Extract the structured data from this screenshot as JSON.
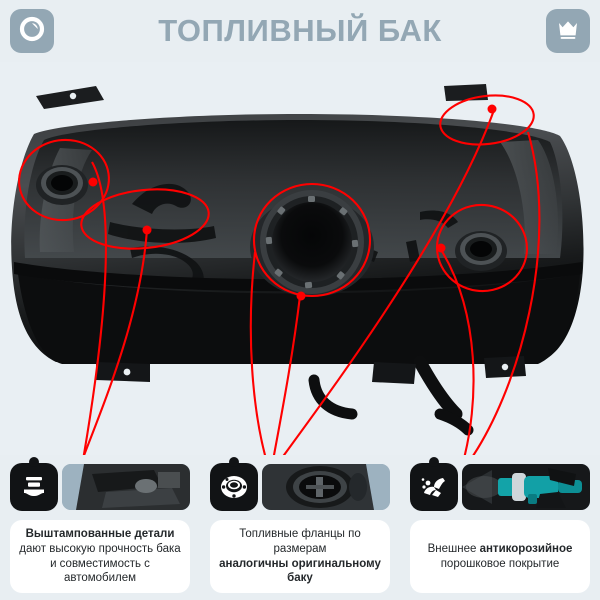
{
  "header": {
    "title": "Топливный бак",
    "left_icon": "fuel-cap-icon",
    "right_icon": "crown-icon",
    "accent_color": "#93a7b4",
    "background_color": "#e8eef2"
  },
  "hero": {
    "product_name": "Топливный бак",
    "annotation_color": "#ff0000",
    "annotations": [
      {
        "name": "annotation-circle-left-port",
        "target": "left-sender-port"
      },
      {
        "name": "annotation-circle-stamping",
        "target": "stamped-rib-panel"
      },
      {
        "name": "annotation-circle-flange",
        "target": "fuel-pump-flange"
      },
      {
        "name": "annotation-circle-top-right",
        "target": "top-right-surface"
      },
      {
        "name": "annotation-circle-right-port",
        "target": "right-sender-port"
      }
    ]
  },
  "features": [
    {
      "icon": "stamped-parts-icon",
      "bold": "Выштампованные детали",
      "rest": "дают высокую прочность бака и совместимость с автомобилем",
      "prefix": ""
    },
    {
      "icon": "fuel-flange-icon",
      "rest": "Топливные фланцы по размерам",
      "bold": "аналогичны оригинальному баку",
      "prefix": ""
    },
    {
      "icon": "spray-gun-icon",
      "prefix": "Внешнее ",
      "bold": "антикорозийное",
      "rest": "порошковое покрытие"
    }
  ]
}
